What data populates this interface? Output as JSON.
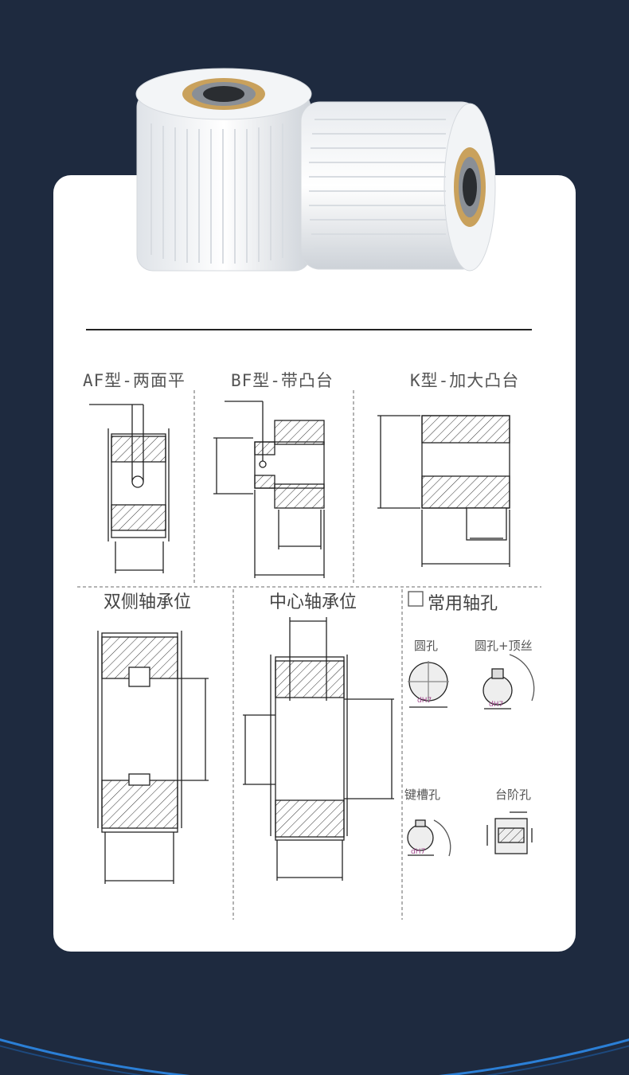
{
  "colors": {
    "background": "#1e2a3f",
    "card": "#ffffff",
    "accent_arc": "#2b7fd6",
    "line": "#222222",
    "dim_mark": "#a0468c"
  },
  "product": {
    "image": "white-timing-pulley-pair-with-bearings"
  },
  "types": {
    "af": "AF型-两面平",
    "bf": "BF型-带凸台",
    "k": "K型-加大凸台"
  },
  "bearings": {
    "double": "双侧轴承位",
    "center": "中心轴承位"
  },
  "holes": {
    "title": "常用轴孔",
    "round": "圆孔",
    "round_screw": "圆孔+顶丝",
    "keyway": "键槽孔",
    "stepped": "台阶孔",
    "dim_label": "dH7"
  }
}
